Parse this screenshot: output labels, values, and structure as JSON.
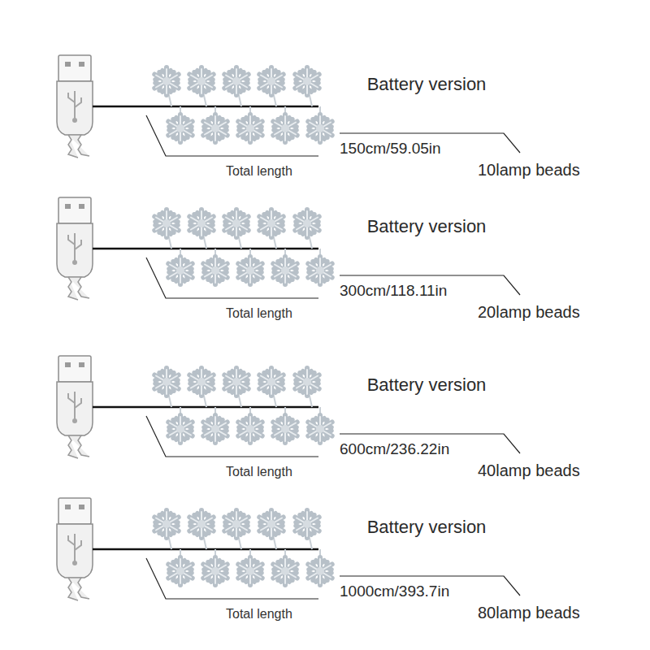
{
  "diagram": {
    "labels": [
      "Battery version",
      "150cm/59.05in",
      "10lamp beads",
      "Total length",
      "Battery version",
      "300cm/118.11in",
      "20lamp beads",
      "Total length",
      "Battery version",
      "600cm/236.22in",
      "40lamp beads",
      "Total length",
      "Battery version",
      "1000cm/393.7in",
      "80lamp beads",
      "Total length"
    ]
  }
}
